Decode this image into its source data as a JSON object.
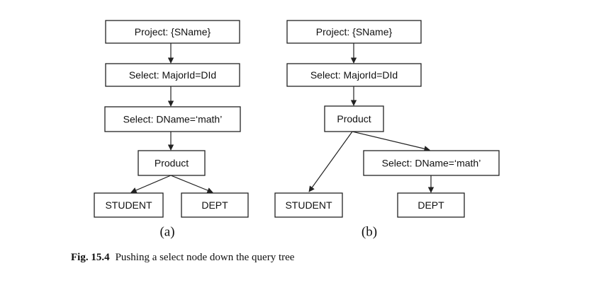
{
  "figure": {
    "tree_a": {
      "label": "(a)",
      "nodes": {
        "project": "Project: {SName}",
        "select_major": "Select: MajorId=DId",
        "select_dname": "Select: DName=‘math’",
        "product": "Product",
        "student": "STUDENT",
        "dept": "DEPT"
      }
    },
    "tree_b": {
      "label": "(b)",
      "nodes": {
        "project": "Project: {SName}",
        "select_major": "Select: MajorId=DId",
        "product": "Product",
        "select_dname": "Select: DName=‘math’",
        "student": "STUDENT",
        "dept": "DEPT"
      }
    },
    "caption": {
      "number": "Fig. 15.4",
      "text": "Pushing a select node down the query tree"
    }
  }
}
